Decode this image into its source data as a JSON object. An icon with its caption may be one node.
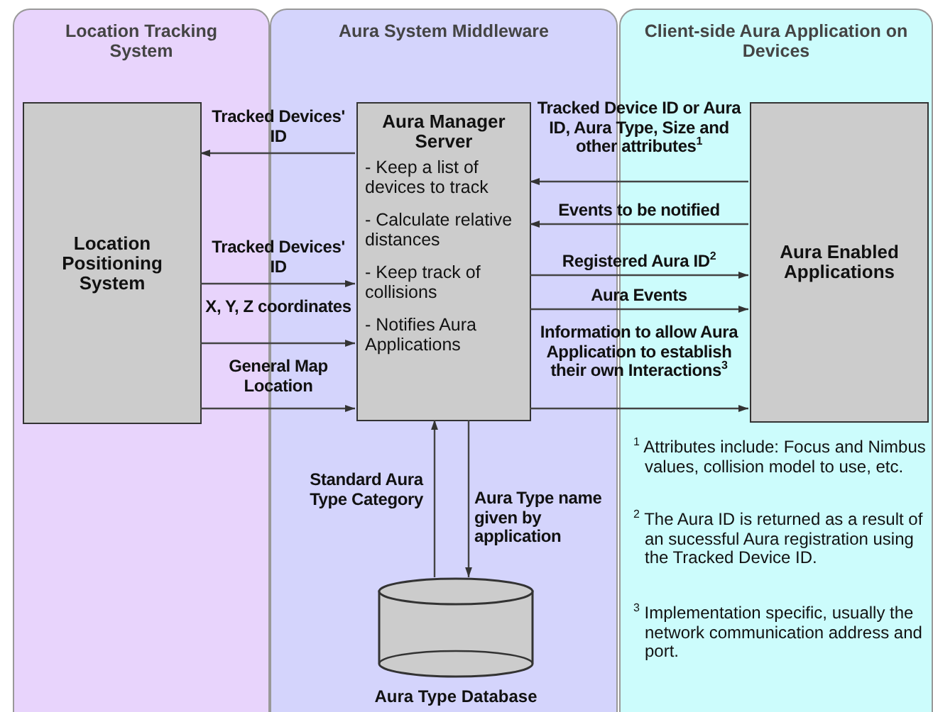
{
  "diagram": {
    "nodes": [
      {
        "text": [
          "Location Tracking System"
        ]
      },
      {
        "text": [
          "Aura System Middleware"
        ]
      },
      {
        "text": [
          "Client-side Aura Application on Devices"
        ]
      },
      {
        "text": [
          "Location Positioning System"
        ],
        "in": 0
      },
      {
        "text": [
          "Aura Manager Server",
          "- Keep a list of devices to track",
          "- Calculate relative distances",
          "- Keep track of collisions",
          "- Notifies Aura Applications"
        ],
        "in": 1
      },
      {
        "text": [
          "Aura Enabled Applications"
        ],
        "in": 2
      },
      {
        "text": [
          "Aura Type Database"
        ],
        "in": 1
      }
    ],
    "edges": [
      {
        "from": 4,
        "to": 3,
        "arrow": "to",
        "label": "Tracked Devices' ID"
      },
      {
        "from": 3,
        "to": 4,
        "arrow": "to",
        "label": "Tracked Devices' ID"
      },
      {
        "from": 3,
        "to": 4,
        "arrow": "to",
        "label": "X, Y, Z coordinates"
      },
      {
        "from": 3,
        "to": 4,
        "arrow": "to",
        "label": "General Map Location"
      },
      {
        "from": 5,
        "to": 4,
        "arrow": "to",
        "label": "Tracked Device ID or Aura ID, Aura Type, Size and other attributes$^{1}$"
      },
      {
        "from": 5,
        "to": 4,
        "arrow": "to",
        "label": "Events to be notified"
      },
      {
        "from": 4,
        "to": 5,
        "arrow": "to",
        "label": "Registered Aura ID$^{2}$"
      },
      {
        "from": 4,
        "to": 5,
        "arrow": "to",
        "label": "Aura Events"
      },
      {
        "from": 4,
        "to": 5,
        "arrow": "to",
        "label": "Information to allow Aura Application to establish their own Interactions$^{3}$"
      },
      {
        "from": 6,
        "to": 4,
        "arrow": "to",
        "label": "Standard Aura Type Category"
      },
      {
        "from": 4,
        "to": 6,
        "arrow": "to",
        "label": "Aura Type name given by application"
      }
    ],
    "labels": [
      "$^{1}$ Attributes include: Focus and Nimbus values, collision model to use, etc.",
      "$^{2}$ The Aura ID is returned as a result of an sucessful Aura registration using the Tracked Device ID.",
      "$^{3}$ Implementation specific, usually the network communication address and port."
    ]
  }
}
